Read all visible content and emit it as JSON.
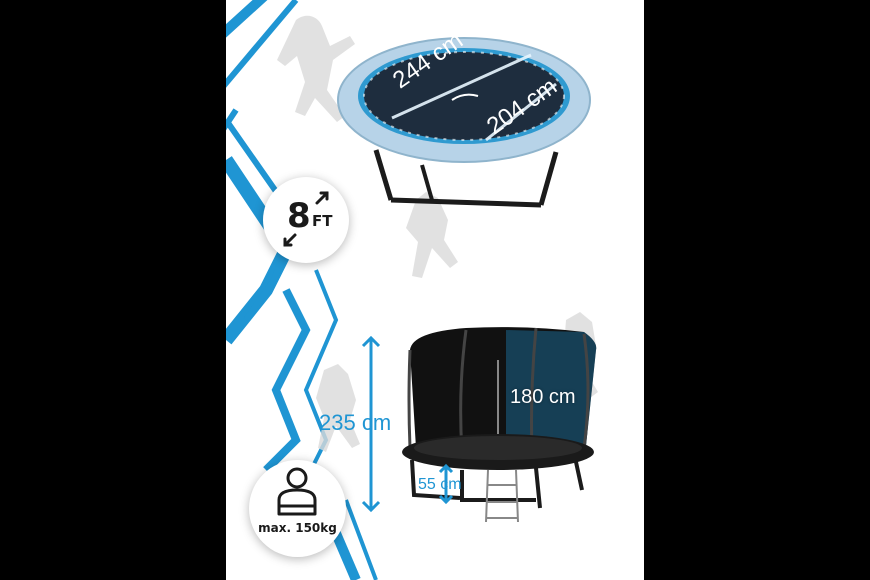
{
  "product": {
    "size_value": "8",
    "size_unit": "FT",
    "max_load": "max. 150kg"
  },
  "dimensions": {
    "diameter_outer": "244 cm",
    "diameter_inner": "204 cm",
    "total_height": "235 cm",
    "net_height": "180 cm",
    "jump_height": "55 cm"
  },
  "icons": [
    "diagonal-arrows-icon",
    "person-icon",
    "vertical-arrow-icon"
  ],
  "colors": {
    "accent_blue": "#1f95d3",
    "mat_dark": "#1e2d3e",
    "frame_light": "#b8d4e8",
    "net_black": "#111111"
  }
}
